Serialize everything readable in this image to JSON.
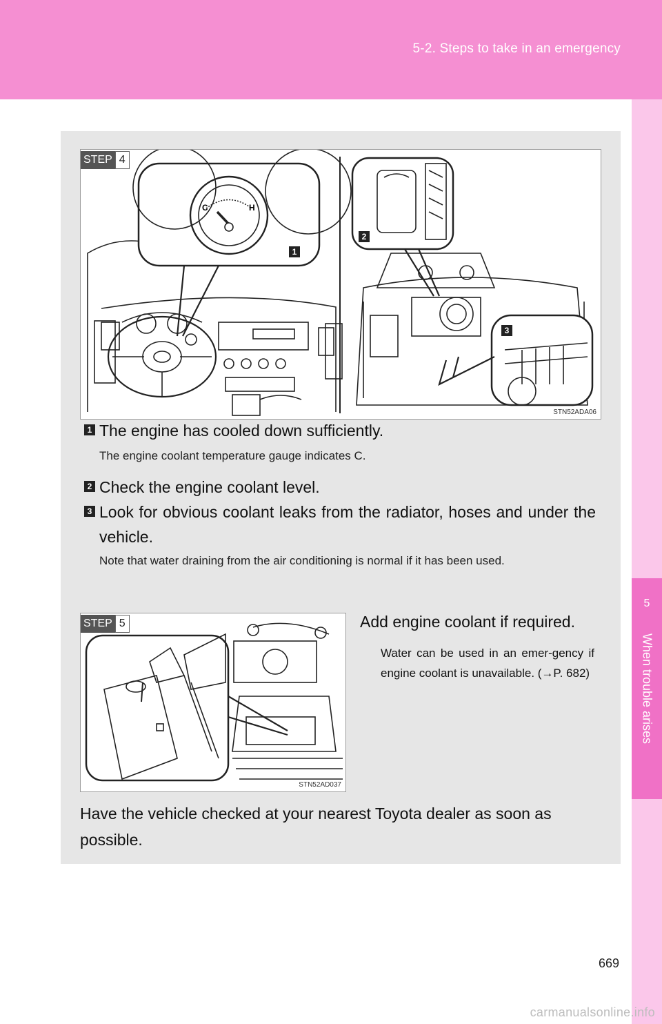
{
  "header": {
    "title": "5-2. Steps to take in an emergency"
  },
  "chapter": {
    "number": "5",
    "label": "When trouble arises"
  },
  "page_number": "669",
  "step4": {
    "badge": "STEP",
    "number": "4",
    "figure_code": "STN52ADA06",
    "callouts": [
      "1",
      "2",
      "3"
    ],
    "items": [
      {
        "num": "1",
        "heading": "The engine has cooled down sufficiently.",
        "note": "The engine coolant temperature gauge indicates C."
      },
      {
        "num": "2",
        "heading": "Check the engine coolant level.",
        "note": ""
      },
      {
        "num": "3",
        "heading": "Look for obvious coolant leaks from the radiator, hoses and under the vehicle.",
        "note": "Note that water draining from the air conditioning is normal if it has been used."
      }
    ],
    "gauge_labels": {
      "cold": "C",
      "hot": "H"
    }
  },
  "step5": {
    "badge": "STEP",
    "number": "5",
    "figure_code": "STN52AD037",
    "heading": "Add engine coolant if required.",
    "note": "Water can be used in an emer-gency if engine coolant is unavailable. (→P. 682)"
  },
  "final": "Have the vehicle checked at your nearest Toyota dealer as soon as possible.",
  "watermark": "carmanualsonline.info"
}
